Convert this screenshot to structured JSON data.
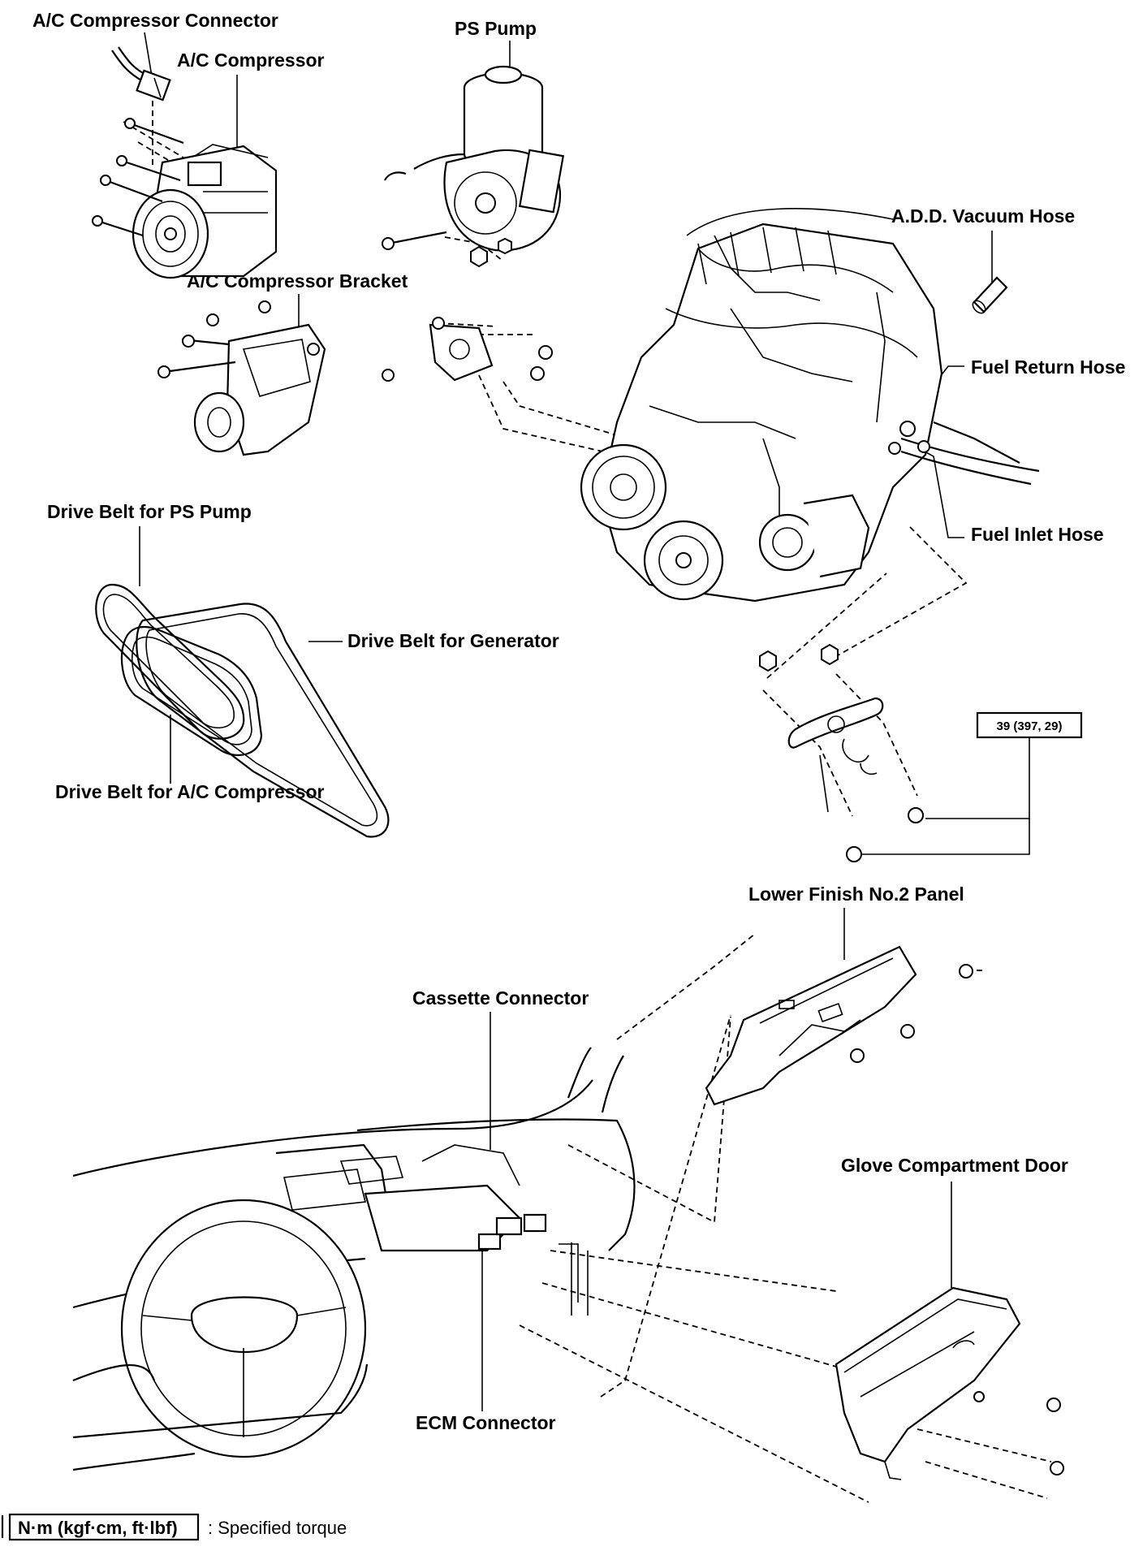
{
  "labels": {
    "ac_compressor_connector": "A/C Compressor Connector",
    "ac_compressor": "A/C Compressor",
    "ps_pump": "PS Pump",
    "add_vacuum_hose": "A.D.D. Vacuum Hose",
    "ac_compressor_bracket": "A/C Compressor Bracket",
    "fuel_return_hose": "Fuel Return Hose",
    "fuel_inlet_hose": "Fuel Inlet Hose",
    "drive_belt_ps_pump": "Drive Belt for PS Pump",
    "drive_belt_generator": "Drive Belt for Generator",
    "drive_belt_ac_compressor": "Drive Belt for A/C Compressor",
    "lower_finish_panel": "Lower Finish No.2 Panel",
    "cassette_connector": "Cassette Connector",
    "glove_compartment_door": "Glove Compartment Door",
    "ecm_connector": "ECM Connector"
  },
  "torque_spec": "39 (397, 29)",
  "legend": {
    "unit_box": "N·m (kgf·cm, ft·lbf)",
    "description": ": Specified torque"
  }
}
